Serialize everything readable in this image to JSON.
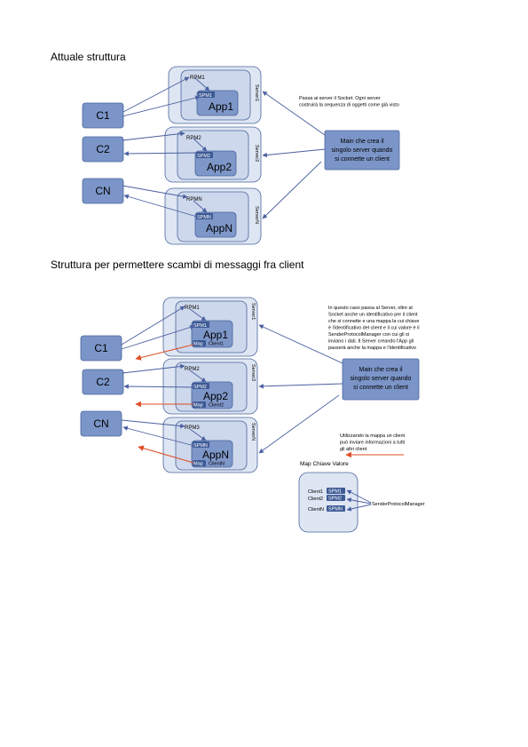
{
  "section1": {
    "title": "Attuale struttura",
    "clients": [
      "C1",
      "C2",
      "CN"
    ],
    "servers": [
      {
        "label": "Server1",
        "rpm": "RPM1",
        "spm": "SPM1",
        "app": "App1"
      },
      {
        "label": "Server2",
        "rpm": "RPM2",
        "spm": "SPM2",
        "app": "App2"
      },
      {
        "label": "ServerN",
        "rpm": "RPMN",
        "spm": "SPMN",
        "app": "AppN"
      }
    ],
    "main": [
      "Main che crea il",
      "singolo server quando",
      "si connette un client"
    ],
    "note": [
      "Passa ai server il Socket. Ogni server",
      "costruirà la sequenza di oggetti come già visto"
    ]
  },
  "section2": {
    "title": "Struttura per permettere scambi di messaggi fra client",
    "clients": [
      "C1",
      "C2",
      "CN"
    ],
    "servers": [
      {
        "label": "Server1",
        "rpm": "RPM1",
        "spm": "SPM1",
        "app": "App1",
        "map": "Map",
        "client": "Client1"
      },
      {
        "label": "Server2",
        "rpm": "RPM2",
        "spm": "SPM2",
        "app": "App2",
        "map": "Map",
        "client": "Client2"
      },
      {
        "label": "ServerN",
        "rpm": "RPM3",
        "spm": "SPMN",
        "app": "AppN",
        "map": "Map",
        "client": "ClientN"
      }
    ],
    "main": [
      "Main che crea il",
      "singolo server quando",
      "si connette un client"
    ],
    "note": [
      "In questo caso passa al Server, oltre al",
      "Socket anche un identificativo per il client",
      "che si connette e una mappa la cui chiave",
      "è l'identificativo del client e il cui valore è il",
      "SenderProtocolManager con cui gli si",
      "inviano i dati. Il Server creando l'App gli",
      "passerà anche la mappa e l'identificativo"
    ],
    "map_note": [
      "Utilizzando la mappa un client",
      "può inviare informazioni a tutti",
      "gli altri client"
    ],
    "map_title": "Map Chiave Valore",
    "map_rows": [
      {
        "key": "Client1",
        "value": "SPM1"
      },
      {
        "key": "Client2",
        "value": "SPM2"
      },
      {
        "key": "ClientN",
        "value": "SPMN"
      }
    ],
    "spm_label": "SenderProtocolManager"
  },
  "colors": {
    "client_fill": "#7b95c8",
    "client_stroke": "#4a659c",
    "server_outer": "#dfe6f3",
    "server_inner": "#cdd8ec",
    "app_fill": "#7e97c9",
    "spm_fill": "#3d5a95",
    "arrow": "#4a5fa0",
    "red_arrow": "#e04e24"
  }
}
